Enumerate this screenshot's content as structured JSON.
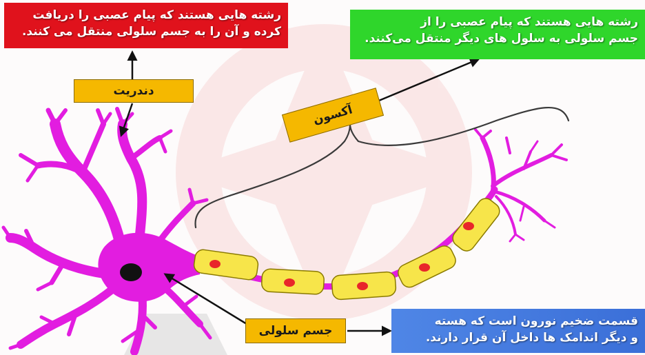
{
  "diagram": {
    "dendrite": {
      "label": "دندریت",
      "description_lines": [
        "رشته هایی هستند که پیام عصبی را دریافت",
        "کرده و آن را به جسم سلولی منتقل می کنند."
      ]
    },
    "axon": {
      "label": "آکسون",
      "description_lines": [
        "رشته هایی هستند که پیام عصبی را از",
        "جسم سلولی به سلول های دیگر منتقل می‌کنند."
      ]
    },
    "cell_body": {
      "label": "جسم سلولی",
      "description_lines": [
        "قسمت ضخیم نورون است که هسته",
        "و دیگر اندامک ها داخل آن قرار دارند."
      ]
    }
  },
  "colors": {
    "dendrite_box": "#e0121c",
    "axon_box": "#2fd62b",
    "cell_body_box": "#4f86e6",
    "label_tag": "#f5b800",
    "neuron": "#e21de0",
    "myelin": "#f7e54a",
    "nucleus": "#111111",
    "node_dot": "#e8262a"
  },
  "icons": [
    "dendrite-arrow-icon",
    "axon-arrow-icon",
    "cellbody-arrow-icon"
  ]
}
